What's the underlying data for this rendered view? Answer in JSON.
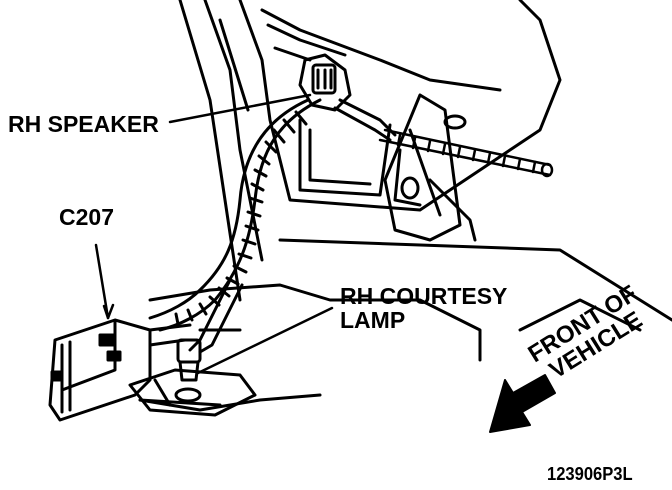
{
  "labels": {
    "rh_speaker": "RH SPEAKER",
    "c207": "C207",
    "rh_courtesy_line1": "RH COURTESY",
    "rh_courtesy_line2": "LAMP",
    "front_line1": "FRONT OF",
    "front_line2": "VEHICLE",
    "figure_number": "123906P3L"
  },
  "colors": {
    "ink": "#000000",
    "paper": "#ffffff"
  }
}
